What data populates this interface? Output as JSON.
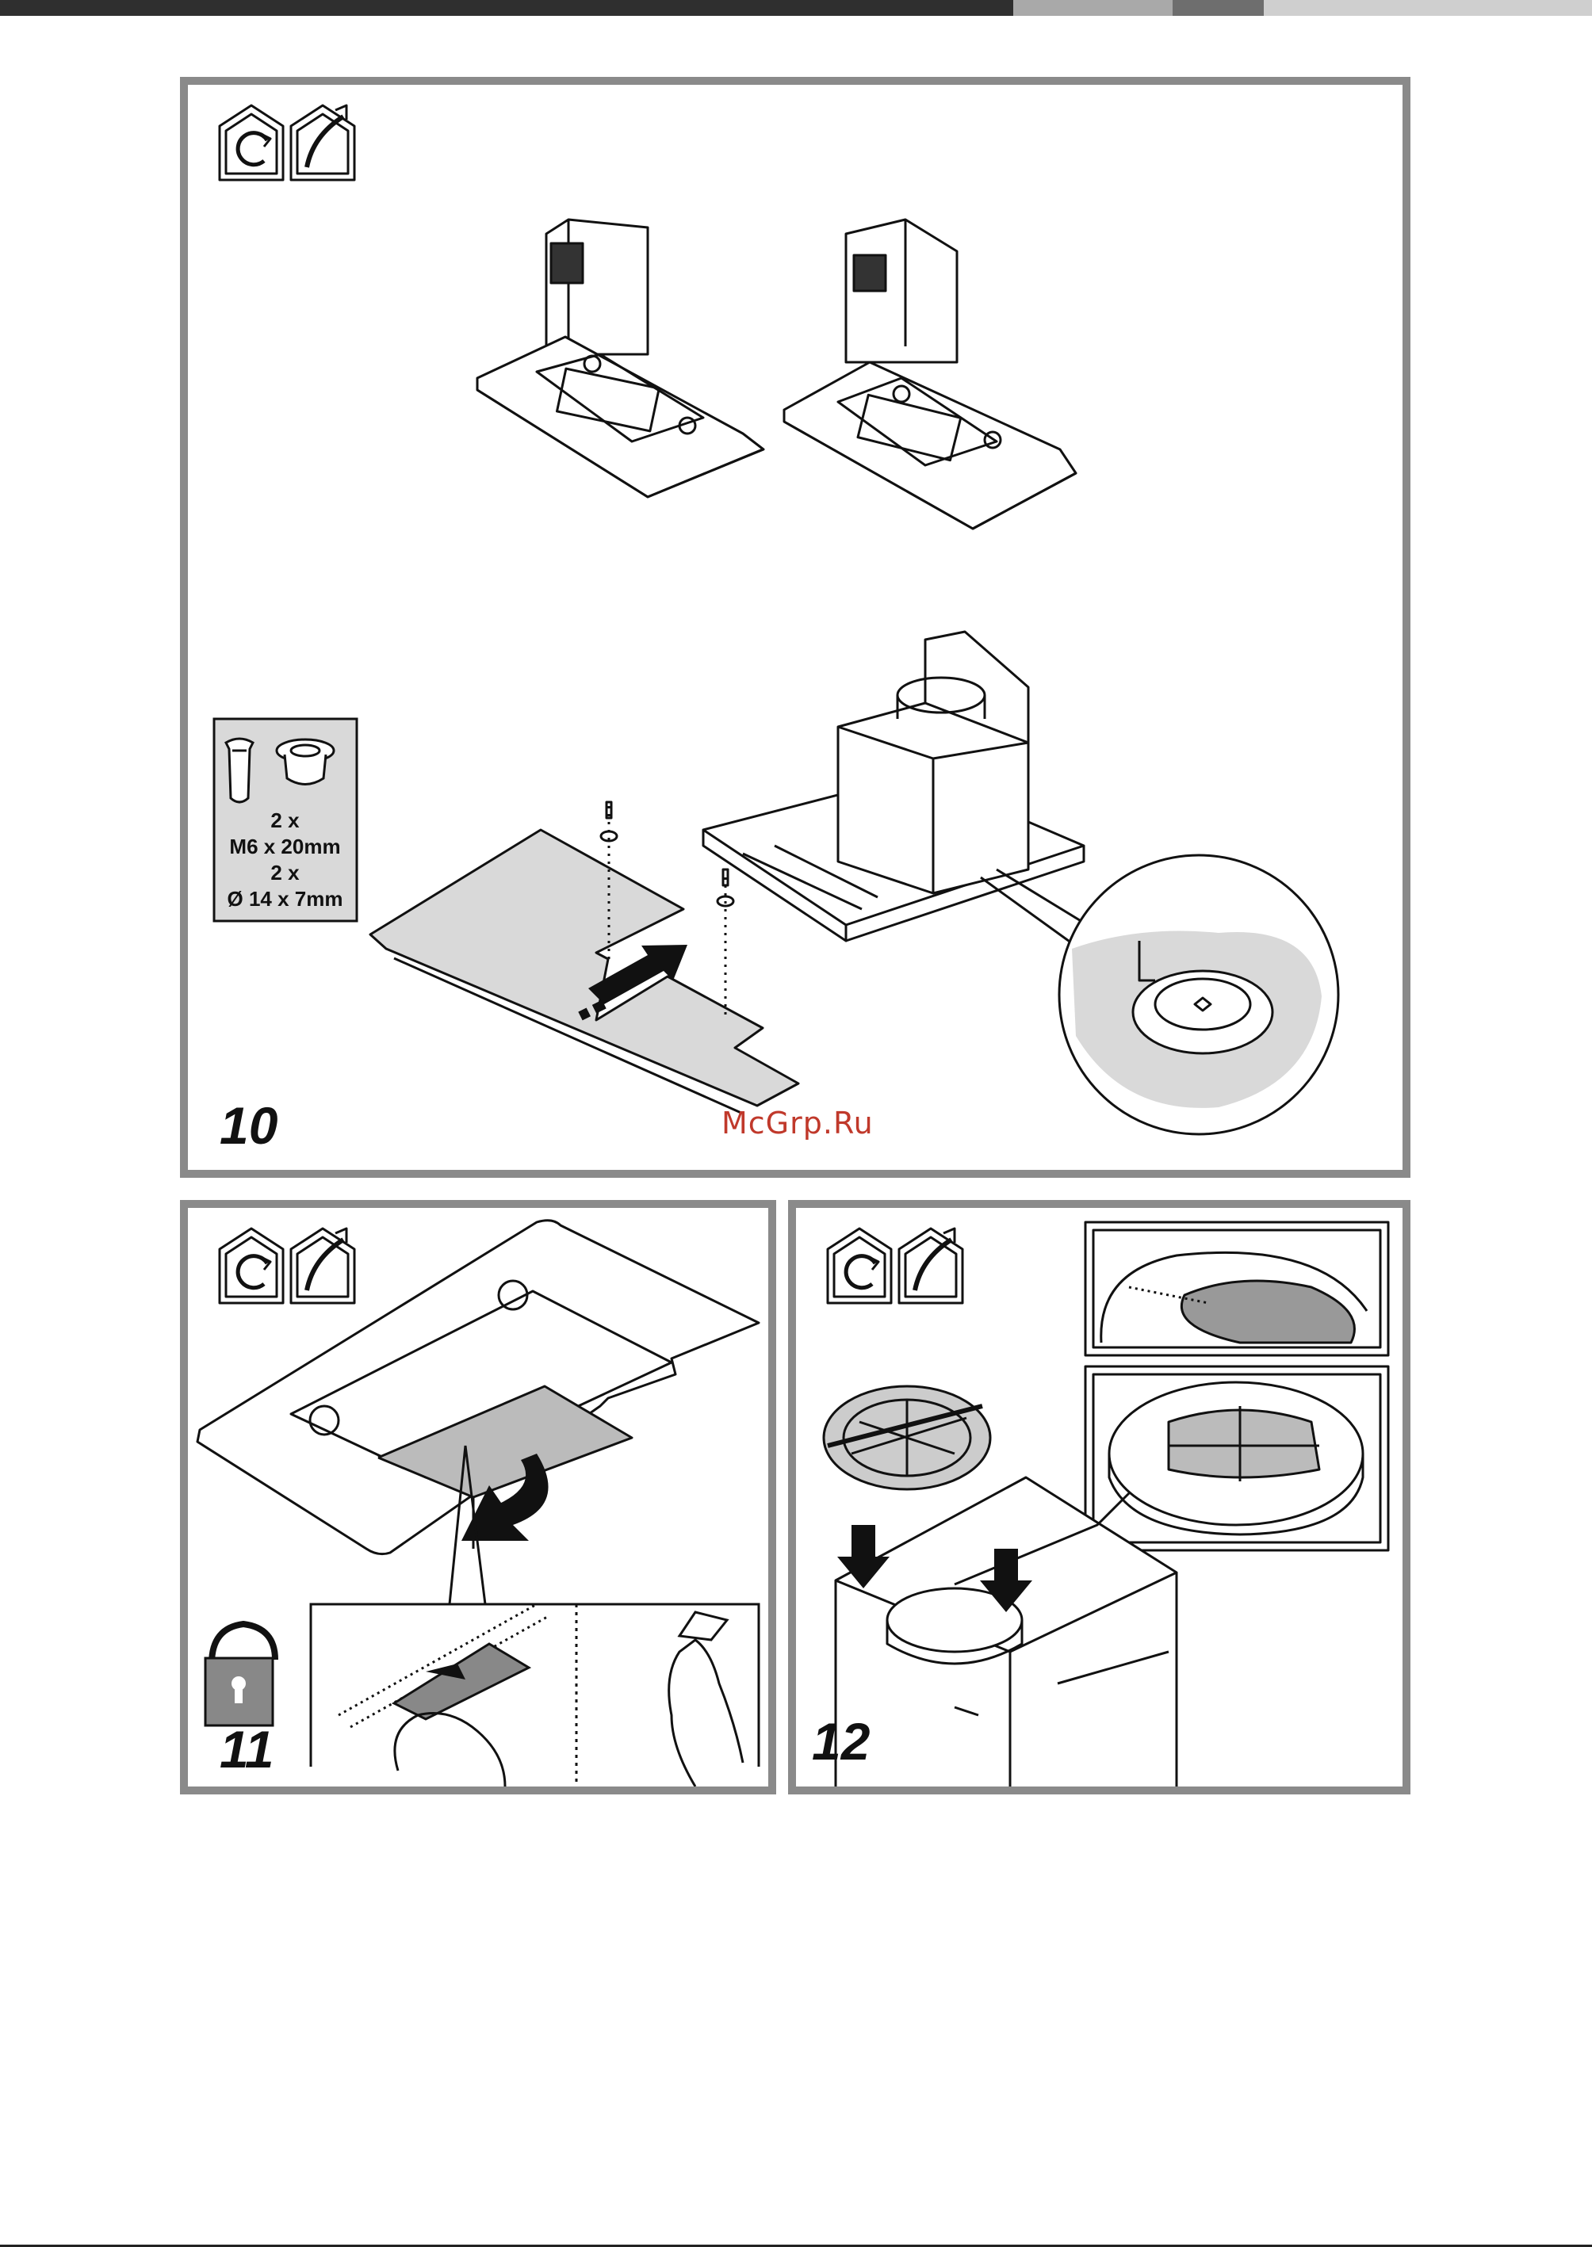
{
  "header_bar": {
    "segments": [
      {
        "color": "#2f2f2f",
        "width_fraction": 0.636
      },
      {
        "color": "#a9a9a9",
        "width_fraction": 0.1
      },
      {
        "color": "#6e6e6e",
        "width_fraction": 0.057
      },
      {
        "color": "#cfcfcf",
        "width_fraction": 0.207
      }
    ]
  },
  "panels": [
    {
      "step": "10",
      "icons": [
        "recirculation-house-icon",
        "extraction-house-icon"
      ],
      "parts_box": {
        "lines": [
          "2 x",
          "M6 x 20mm",
          "2 x",
          "Ø 14 x 7mm"
        ],
        "icons": [
          "screw-icon",
          "washer-icon"
        ]
      }
    },
    {
      "step": "11",
      "icons": [
        "recirculation-house-icon",
        "extraction-house-icon",
        "unlock-padlock-icon"
      ]
    },
    {
      "step": "12",
      "icons": [
        "recirculation-house-icon",
        "extraction-house-icon"
      ]
    }
  ],
  "watermark": "McGrp.Ru",
  "colors": {
    "frame": "#8a8a8a",
    "fill_grey": "#d9d9d9",
    "ink": "#111111",
    "watermark": "#c0392b"
  }
}
